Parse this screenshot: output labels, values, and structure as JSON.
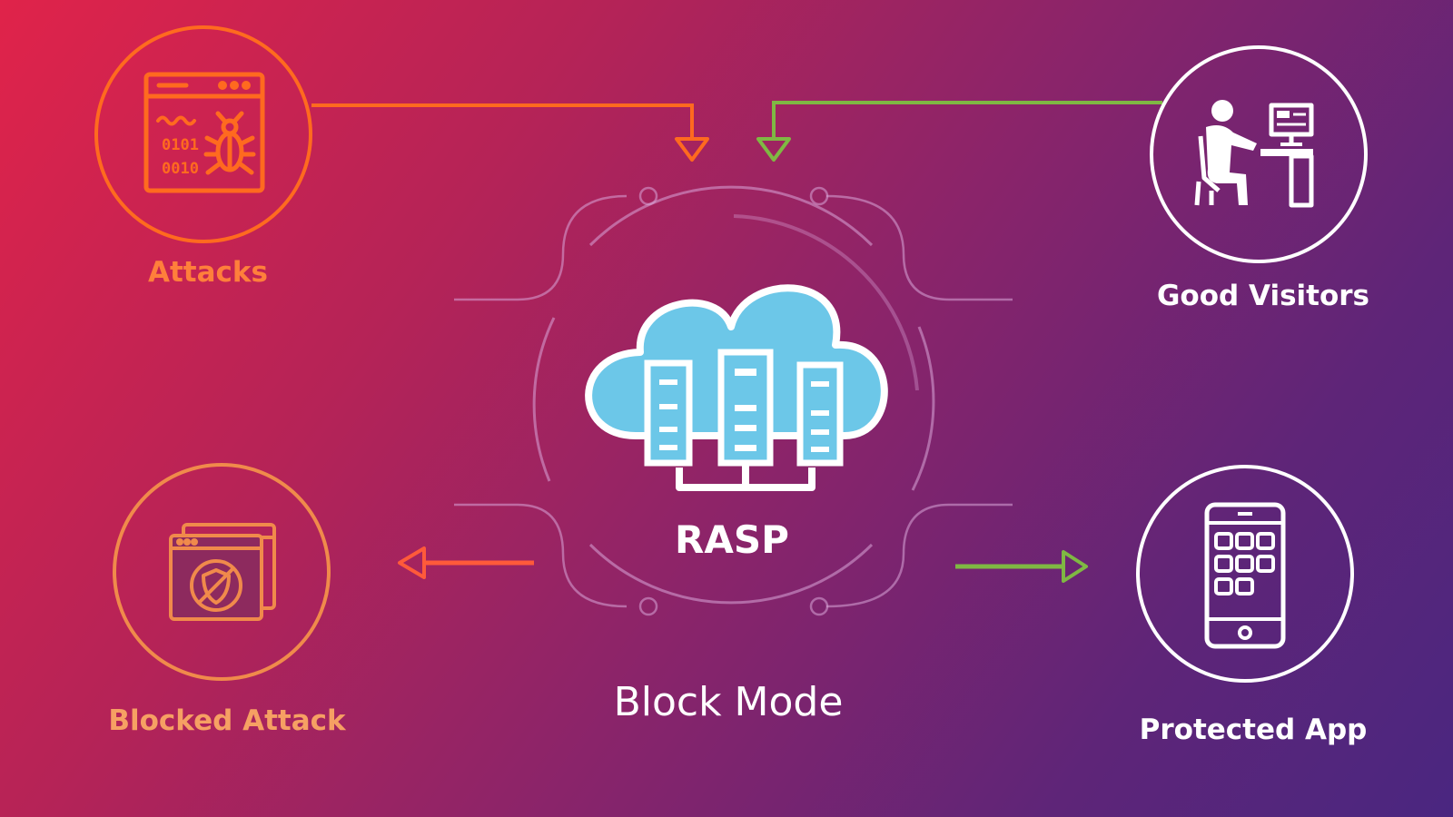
{
  "nodes": {
    "attacks": {
      "label": "Attacks",
      "icon": "bug-code-window-icon",
      "color": "#ff6a1f"
    },
    "good_visitors": {
      "label": "Good Visitors",
      "icon": "user-at-computer-icon",
      "color": "#ffffff"
    },
    "blocked_attack": {
      "label": "Blocked Attack",
      "icon": "blocked-shield-window-icon",
      "color": "#f08a4b"
    },
    "protected_app": {
      "label": "Protected App",
      "icon": "smartphone-apps-icon",
      "color": "#ffffff"
    },
    "center": {
      "label": "RASP",
      "icon": "cloud-servers-icon"
    }
  },
  "mode_label": "Block Mode",
  "code_text": {
    "line1": "0101",
    "line2": "0010"
  },
  "colors": {
    "attack_flow": "#ff6a1f",
    "good_flow": "#8bc34a",
    "cloud_fill": "#6cc7e8",
    "ring": "#d9a6d9"
  }
}
